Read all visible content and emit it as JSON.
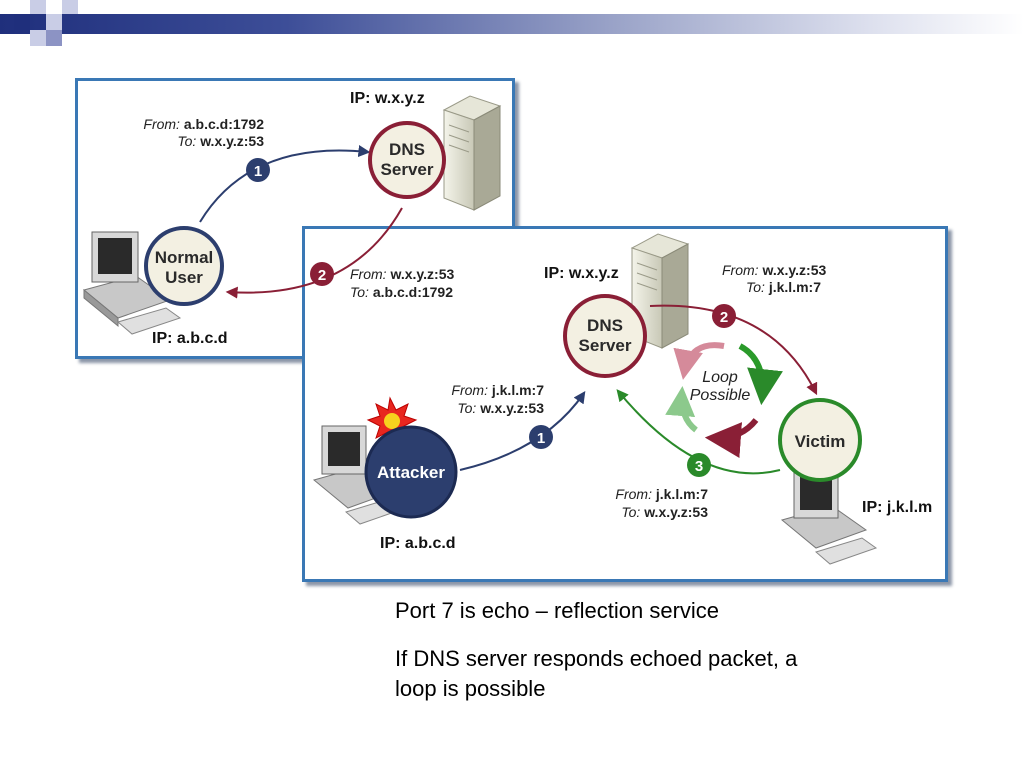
{
  "diagram_top": {
    "dns_ip": "IP: w.x.y.z",
    "dns_label_1": "DNS",
    "dns_label_2": "Server",
    "user_label_1": "Normal",
    "user_label_2": "User",
    "user_ip": "IP: a.b.c.d",
    "step1_from_key": "From:",
    "step1_from_val": "a.b.c.d:1792",
    "step1_to_key": "To:",
    "step1_to_val": "w.x.y.z:53",
    "step1_num": "1",
    "step2_from_key": "From:",
    "step2_from_val": "w.x.y.z:53",
    "step2_to_key": "To:",
    "step2_to_val": "a.b.c.d:1792",
    "step2_num": "2"
  },
  "diagram_bottom": {
    "dns_ip": "IP: w.x.y.z",
    "dns_label_1": "DNS",
    "dns_label_2": "Server",
    "attacker_label": "Attacker",
    "attacker_ip": "IP: a.b.c.d",
    "victim_label": "Victim",
    "victim_ip": "IP: j.k.l.m",
    "loop_label_1": "Loop",
    "loop_label_2": "Possible",
    "step1_from_key": "From:",
    "step1_from_val": "j.k.l.m:7",
    "step1_to_key": "To:",
    "step1_to_val": "w.x.y.z:53",
    "step1_num": "1",
    "step2_from_key": "From:",
    "step2_from_val": "w.x.y.z:53",
    "step2_to_key": "To:",
    "step2_to_val": "j.k.l.m:7",
    "step2_num": "2",
    "step3_from_key": "From:",
    "step3_from_val": "j.k.l.m:7",
    "step3_to_key": "To:",
    "step3_to_val": "w.x.y.z:53",
    "step3_num": "3"
  },
  "caption": {
    "line1": "Port 7 is echo – reflection service",
    "line2": "If DNS server responds echoed packet, a loop is possible"
  },
  "colors": {
    "navy": "#2c3e6e",
    "maroon": "#8a1f36",
    "green": "#2a8a2a",
    "panel_border": "#3a78b5"
  }
}
